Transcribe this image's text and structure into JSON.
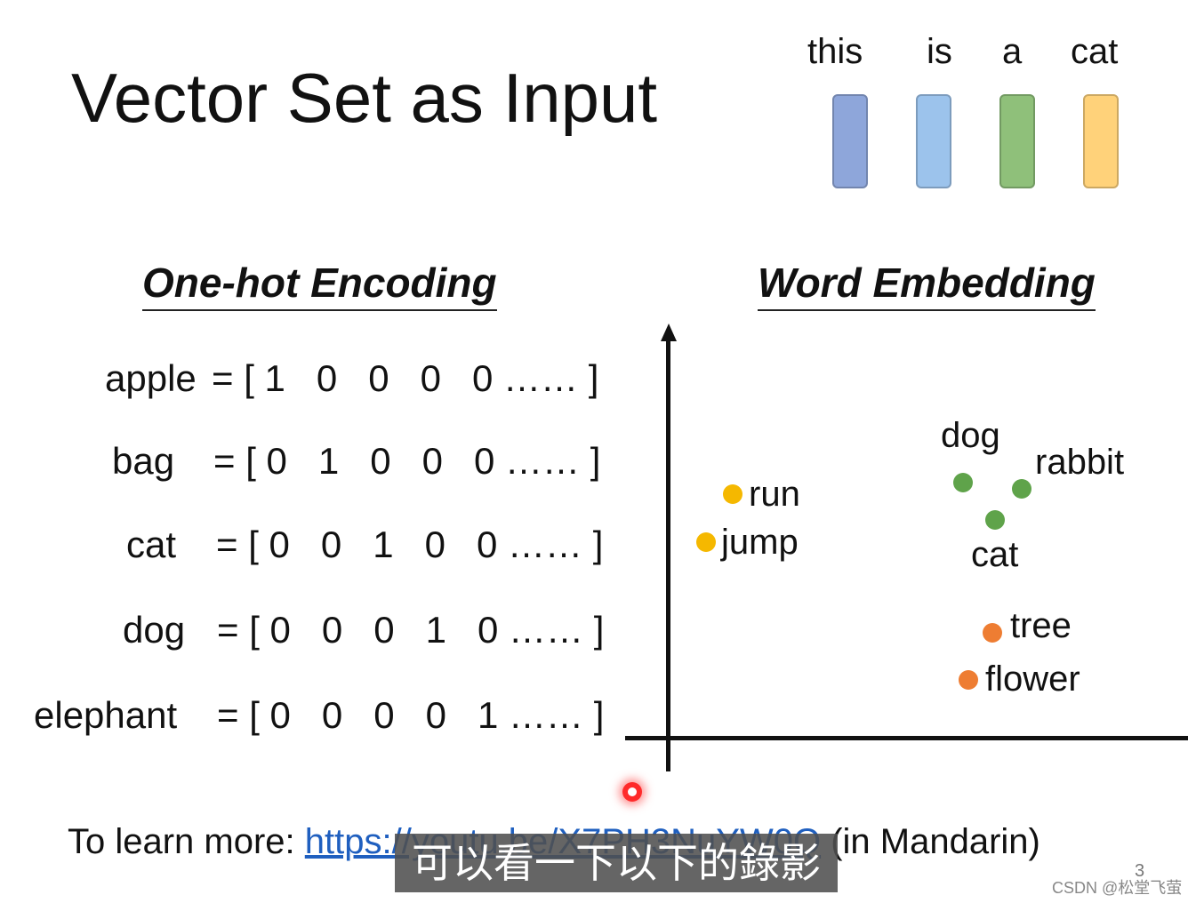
{
  "slide": {
    "title": "Vector Set as Input",
    "page_number": "3"
  },
  "sentence": {
    "words": [
      {
        "text": "this",
        "color": "#8EA6DA"
      },
      {
        "text": "is",
        "color": "#9CC3EC"
      },
      {
        "text": "a",
        "color": "#8FC07A"
      },
      {
        "text": "cat",
        "color": "#FFD27A"
      }
    ]
  },
  "one_hot": {
    "heading": "One-hot Encoding",
    "rows": [
      {
        "word": "apple",
        "vector": "= [ 1   0   0   0   0 …… ]"
      },
      {
        "word": "bag",
        "vector": "= [ 0   1   0   0   0 …… ]"
      },
      {
        "word": "cat",
        "vector": "= [ 0   0   1   0   0 …… ]"
      },
      {
        "word": "dog",
        "vector": "= [ 0   0   0   1   0 …… ]"
      },
      {
        "word": "elephant",
        "vector": "= [ 0   0   0   0   1 …… ]"
      }
    ]
  },
  "embedding": {
    "heading": "Word Embedding",
    "points": [
      {
        "label": "run",
        "color": "#F5B800"
      },
      {
        "label": "jump",
        "color": "#F5B800"
      },
      {
        "label": "dog",
        "color": "#5FA34A"
      },
      {
        "label": "rabbit",
        "color": "#5FA34A"
      },
      {
        "label": "cat",
        "color": "#5FA34A"
      },
      {
        "label": "tree",
        "color": "#EE7D32"
      },
      {
        "label": "flower",
        "color": "#EE7D32"
      }
    ]
  },
  "footer": {
    "learn_more_prefix": "To learn more: ",
    "link_text": "https://youtu.be/X7PH3NuYW0Q",
    "suffix": " (in Mandarin)"
  },
  "subtitle": "可以看一下以下的錄影",
  "watermark": "CSDN @松堂飞萤"
}
